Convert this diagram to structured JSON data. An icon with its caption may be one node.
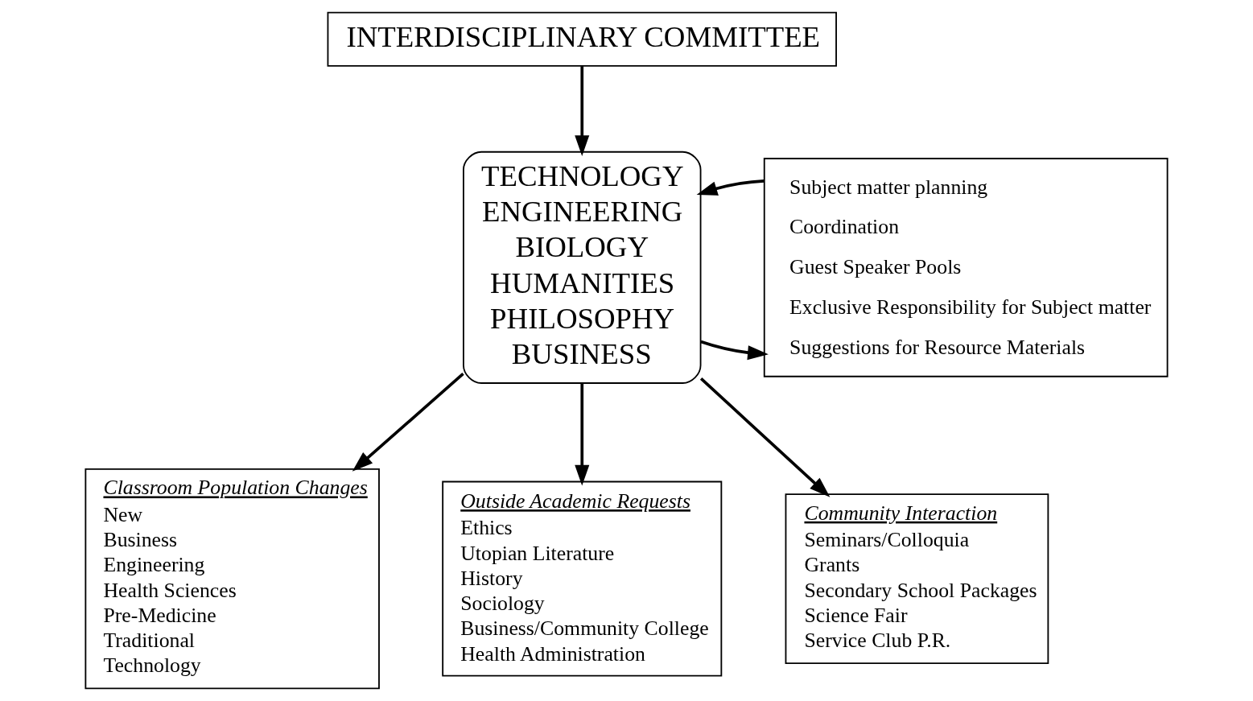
{
  "diagram": {
    "nodes": [
      {
        "text": [
          "INTERDISCIPLINARY COMMITTEE"
        ]
      },
      {
        "text": [
          "TECHNOLOGY",
          "ENGINEERING",
          "BIOLOGY",
          "HUMANITIES",
          "PHILOSOPHY",
          "BUSINESS"
        ]
      },
      {
        "text": [
          "Subject matter planning",
          "Coordination",
          "Guest Speaker Pools",
          "Exclusive Responsibility for Subject matter",
          "Suggestions for Resource Materials"
        ]
      },
      {
        "text": [
          "Classroom Population Changes",
          "New",
          "Business",
          "Engineering",
          "Health Sciences",
          "Pre-Medicine",
          "Traditional",
          "Technology"
        ]
      },
      {
        "text": [
          "Outside Academic Requests",
          "Ethics",
          "Utopian Literature",
          "History",
          "Sociology",
          "Business/Community College",
          "Health Administration"
        ]
      },
      {
        "text": [
          "Community Interaction",
          "Seminars/Colloquia",
          "Grants",
          "Secondary School Packages",
          "Science Fair",
          "Service Club P.R."
        ]
      }
    ],
    "edges": [
      {
        "from": 0,
        "to": 1,
        "arrow": "to"
      },
      {
        "from": 1,
        "to": 2,
        "arrow": "to"
      },
      {
        "from": 2,
        "to": 1,
        "arrow": "to"
      },
      {
        "from": 1,
        "to": 3,
        "arrow": "to"
      },
      {
        "from": 1,
        "to": 4,
        "arrow": "to"
      },
      {
        "from": 1,
        "to": 5,
        "arrow": "to"
      }
    ]
  }
}
